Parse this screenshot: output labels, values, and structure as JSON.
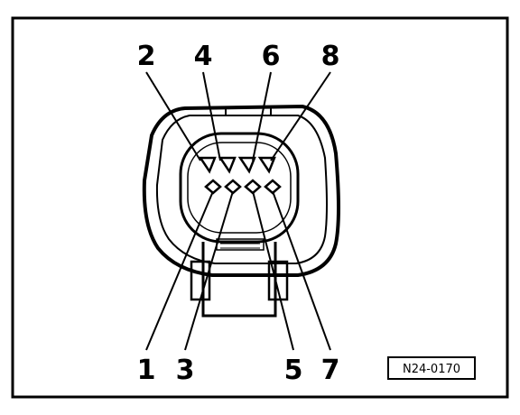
{
  "diagram": {
    "pins": {
      "p1": "1",
      "p2": "2",
      "p3": "3",
      "p4": "4",
      "p5": "5",
      "p6": "6",
      "p7": "7",
      "p8": "8"
    },
    "reference_code": "N24-0170"
  }
}
